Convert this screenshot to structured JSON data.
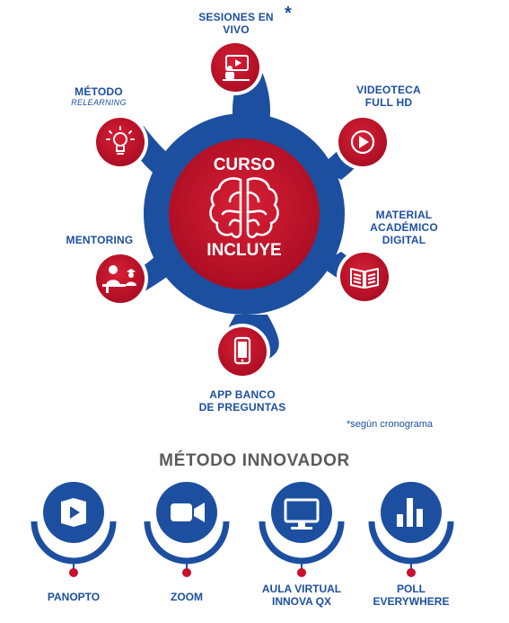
{
  "center": {
    "line1": "CURSO",
    "line2": "INCLUYE"
  },
  "items": {
    "sesiones": {
      "line1": "SESIONES EN",
      "line2": "VIVO",
      "star": "*"
    },
    "metodo": {
      "line1": "MÉTODO",
      "sub": "RELEARNING"
    },
    "videoteca": {
      "line1": "VIDEOTECA",
      "line2": "FULL HD"
    },
    "mentoring": {
      "line1": "MENTORING"
    },
    "material": {
      "line1": "MATERIAL",
      "line2": "ACADÉMICO",
      "line3": "DIGITAL"
    },
    "app": {
      "line1": "APP BANCO",
      "line2": "DE PREGUNTAS"
    }
  },
  "note": "*según cronograma",
  "section_title": "MÉTODO INNOVADOR",
  "tools": [
    {
      "label1": "PANOPTO",
      "icon": "play-icon"
    },
    {
      "label1": "ZOOM",
      "icon": "video-camera-icon"
    },
    {
      "label1": "AULA VIRTUAL",
      "label2": "INNOVA QX",
      "icon": "monitor-icon"
    },
    {
      "label1": "POLL",
      "label2": "EVERYWHERE",
      "icon": "bar-chart-icon"
    }
  ],
  "colors": {
    "blue": "#1d4fa0",
    "red": "#c8102e",
    "dark_blue": "#173f86",
    "gray": "#5b5b5b"
  }
}
